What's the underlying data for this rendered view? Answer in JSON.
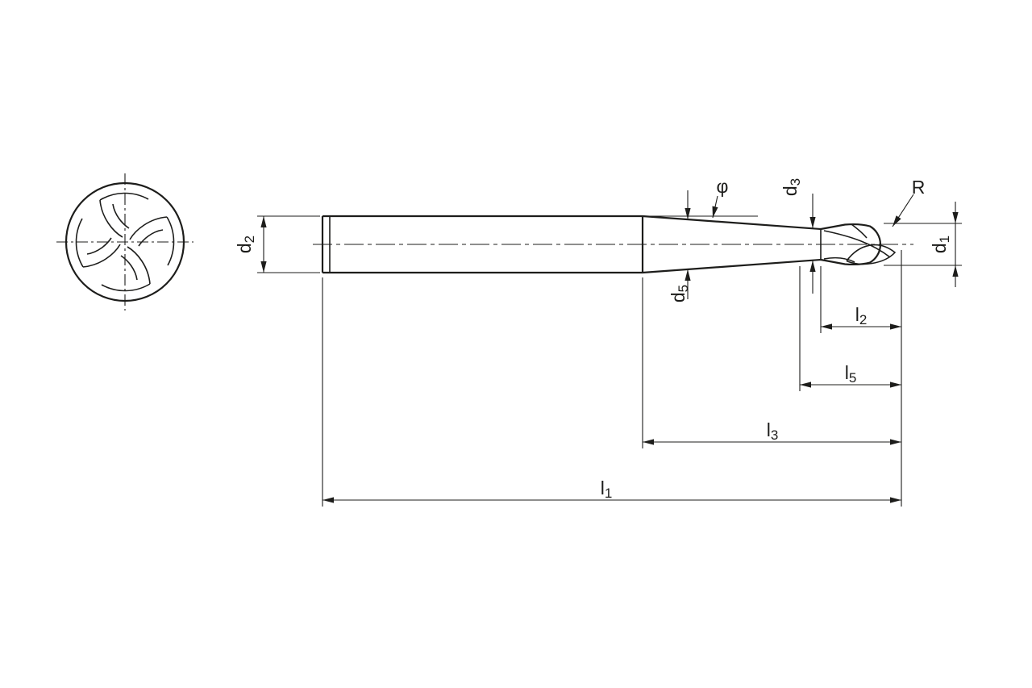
{
  "drawing": {
    "type": "technical-dimension-drawing",
    "subject": "taper-neck-ball-nose-end-mill",
    "colors": {
      "line": "#1d1d1b",
      "background": "#ffffff"
    },
    "labels": {
      "d2": {
        "base": "d",
        "sub": "2"
      },
      "d5": {
        "base": "d",
        "sub": "5"
      },
      "d3": {
        "base": "d",
        "sub": "3"
      },
      "d1": {
        "base": "d",
        "sub": "1"
      },
      "phi": {
        "base": "φ",
        "sub": ""
      },
      "R": {
        "base": "R",
        "sub": ""
      },
      "l2": {
        "base": "l",
        "sub": "2"
      },
      "l5": {
        "base": "l",
        "sub": "5"
      },
      "l3": {
        "base": "l",
        "sub": "3"
      },
      "l1": {
        "base": "l",
        "sub": "1"
      }
    }
  }
}
